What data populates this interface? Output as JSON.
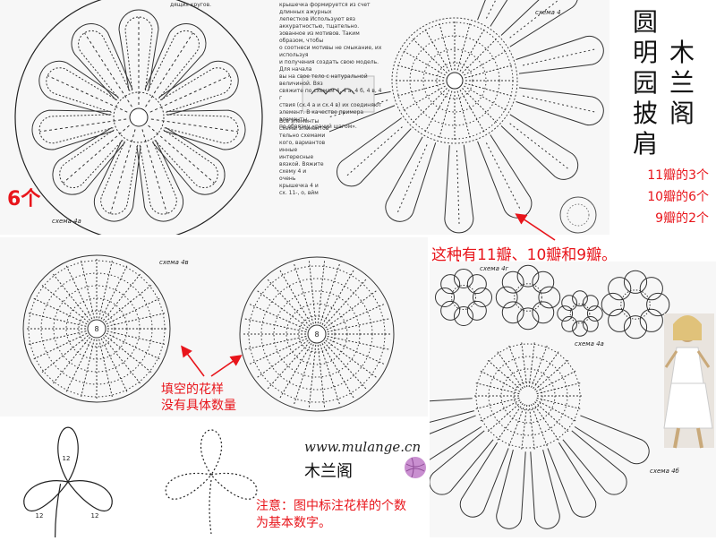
{
  "title": {
    "garment": [
      "圆",
      "明",
      "园",
      "披",
      "肩"
    ],
    "studio": [
      "木",
      "兰",
      "阁"
    ]
  },
  "notes": {
    "count_11": "11瓣的3个",
    "count_10": "10瓣的6个",
    "count_9": "9瓣的2个",
    "petal_types": "这种有11瓣、10瓣和9瓣。",
    "six": "6个",
    "filler_line1": "填空的花样",
    "filler_line2": "没有具体数量",
    "attention_line1": "注意：图中标注花样的个数",
    "attention_line2": "为基本数字。"
  },
  "website": "www.mulange.cn",
  "logo_text": "木兰阁",
  "schema_labels": {
    "s4": "схема 4",
    "s4a_top": "схема 4а",
    "s4v": "схема 4в",
    "s4g": "схема 4г",
    "s4a_bottom": "схема 4а",
    "s4b": "схема 4б"
  },
  "russian_text": {
    "top": "дящих кругов.",
    "paragraph": [
      "крышечка формируется из счет длинных ажурных",
      "лепестков Используют вяз аккуратностью, тщательно.",
      "зованное из мотивов. Таким образом, чтобы",
      "о соотнеси мотивы не смыкание, их используя",
      "и получения создать свою модель. Для начала",
      "вы на свое тело с натуральной величиной. Вяз",
      "свяжите по схемам 4, 4 а, 4 б, 4 в, 4 г",
      "ствия (сх.4 а и сх.4 в) их соединяют",
      "элемент. В качестве примера элементы",
      "по обвязку «рачий шагом»."
    ],
    "lower_left": [
      "Все элементы схемы элементов",
      "тельно схемами",
      "кого, вариантов",
      "инные интересные",
      "вязкой. Вяжите",
      "схему 4 и",
      "очень",
      "крышечка 4 и",
      "сх. 11-, о, вйм"
    ]
  },
  "diagram_numbers": {
    "center": "8",
    "trefoil_petal": "12"
  },
  "colors": {
    "annotation_red": "#e8151b",
    "diagram_ink": "#333333",
    "paper": "#f7f7f7"
  }
}
